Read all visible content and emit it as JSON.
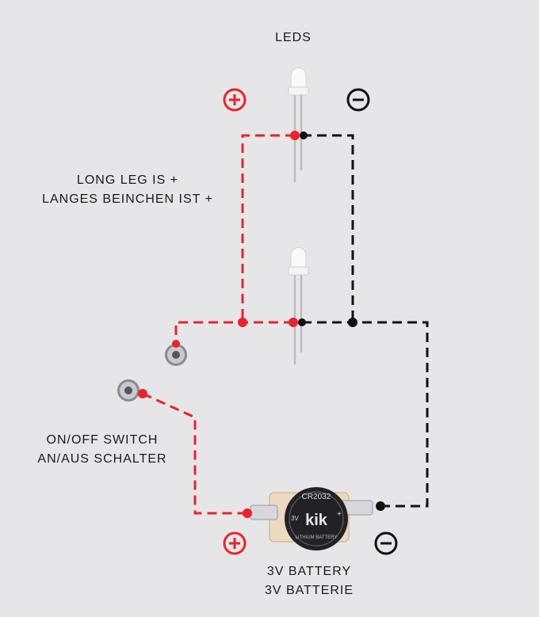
{
  "title": "LEDS",
  "led_note": {
    "line1": "LONG LEG IS +",
    "line2": "LANGES BEINCHEN IST +"
  },
  "switch": {
    "line1": "ON/OFF SWITCH",
    "line2": "AN/AUS SCHALTER"
  },
  "battery": {
    "line1": "3V BATTERY",
    "line2": "3V BATTERIE",
    "cell_model": "CR2032",
    "cell_brand": "kik",
    "cell_voltage": "3V",
    "cell_type": "LITHIUM BATTERY",
    "cell_plus": "+"
  },
  "symbols": {
    "plus": "+",
    "minus": "−"
  },
  "colors": {
    "positive": "#e8232d",
    "negative": "#111111",
    "background": "#e6e6e8"
  },
  "icons": [
    "plus-circle-icon",
    "minus-circle-icon"
  ]
}
